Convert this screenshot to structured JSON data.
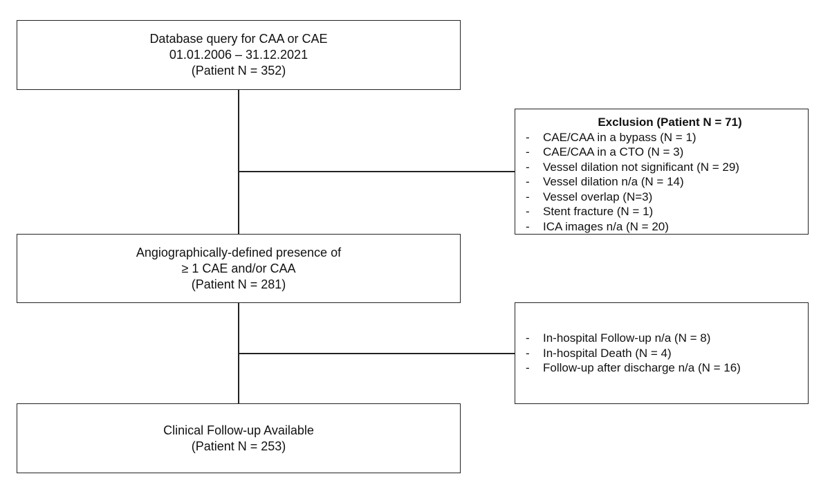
{
  "flow": {
    "box1": {
      "lines": [
        "Database query for CAA or CAE",
        "01.01.2006 – 31.12.2021",
        "(Patient N = 352)"
      ]
    },
    "exclusion": {
      "title": "Exclusion (Patient N = 71)",
      "items": [
        "CAE/CAA in a bypass (N = 1)",
        "CAE/CAA in a CTO (N = 3)",
        "Vessel dilation not significant (N = 29)",
        "Vessel dilation n/a (N = 14)",
        "Vessel overlap (N=3)",
        "Stent fracture (N = 1)",
        "ICA images n/a (N = 20)"
      ]
    },
    "box2": {
      "lines": [
        "Angiographically-defined presence of",
        "≥ 1 CAE and/or CAA",
        "(Patient N = 281)"
      ]
    },
    "followup_exclusion": {
      "items": [
        "In-hospital Follow-up n/a (N = 8)",
        "In-hospital Death (N = 4)",
        "Follow-up after discharge n/a (N = 16)"
      ]
    },
    "box3": {
      "lines": [
        "Clinical Follow-up Available",
        "(Patient N = 253)"
      ]
    }
  }
}
